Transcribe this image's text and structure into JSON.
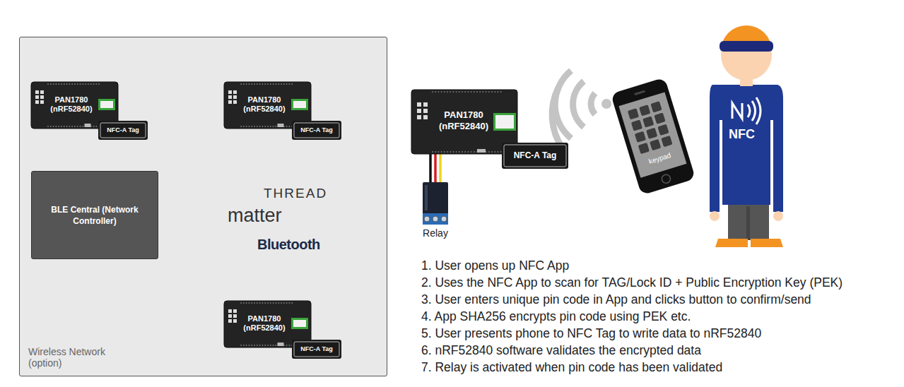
{
  "diagram": {
    "nodes": [
      {
        "text": [
          "Wireless Network (option)"
        ]
      },
      {
        "text": [
          "PAN1780 (nRF52840)"
        ],
        "in": 0
      },
      {
        "text": [
          "NFC-A Tag"
        ],
        "in": 0
      },
      {
        "text": [
          "PAN1780 (nRF52840)"
        ],
        "in": 0
      },
      {
        "text": [
          "NFC-A Tag"
        ],
        "in": 0
      },
      {
        "text": [
          "BLE Central (Network Controller)"
        ],
        "in": 0
      },
      {
        "text": [
          "PAN1780 (nRF52840)"
        ],
        "in": 0
      },
      {
        "text": [
          "NFC-A Tag"
        ],
        "in": 0
      },
      {
        "text": [
          "PAN1780 (nRF52840)"
        ]
      },
      {
        "text": [
          "NFC-A Tag"
        ]
      },
      {
        "text": [
          "Relay"
        ]
      },
      {
        "text": [
          "keypad"
        ]
      }
    ],
    "edges": [
      {
        "from": 8,
        "to": 10,
        "arrow": "none"
      }
    ],
    "labels": [
      "THREAD",
      "matter",
      "Bluetooth",
      "NFC",
      "1. User opens up NFC App",
      "2. Uses the NFC App to scan for TAG/Lock ID + Public Encryption Key (PEK)",
      "3. User enters unique pin code in App and clicks button to confirm/send",
      "4. App SHA256 encrypts pin code using PEK etc.",
      "5. User presents phone to NFC Tag to write data to nRF52840",
      "6. nRF52840 software validates the encrypted data",
      "7. Relay is activated when pin code has been validated"
    ]
  }
}
